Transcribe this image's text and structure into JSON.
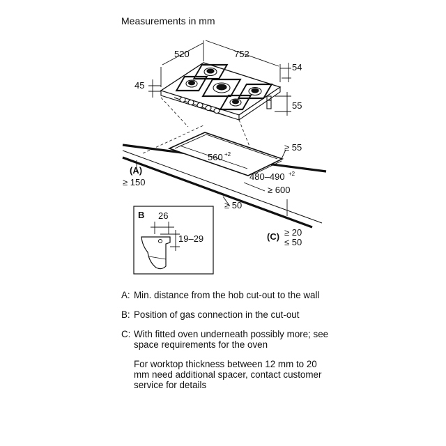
{
  "title": "Measurements in mm",
  "dimensions": {
    "depth": "520",
    "width": "752",
    "top_offset": "54",
    "height_front": "45",
    "height_side": "55",
    "cutout_width": "560",
    "cutout_width_tol": "+2",
    "cutout_depth": "480–490",
    "cutout_depth_tol": "+2",
    "back_clearance": "≥ 55",
    "worktop_depth": "≥ 600",
    "front_clearance": "≥ 50",
    "wall_distance": "≥ 150",
    "oven_min": "≥ 20",
    "oven_max": "≤ 50"
  },
  "detail_b": {
    "label": "B",
    "width": "26",
    "height": "19–29"
  },
  "markers": {
    "a": "(A)",
    "c": "(C)"
  },
  "legend": [
    {
      "key": "A:",
      "text": "Min. distance from the hob cut-out to the wall"
    },
    {
      "key": "B:",
      "text": "Position of gas connection in the cut-out"
    },
    {
      "key": "C:",
      "text": "With fitted oven underneath possibly more; see space requirements for the oven"
    }
  ],
  "note": "For worktop thickness between 12 mm to 20 mm need additional spacer, contact customer service for details"
}
